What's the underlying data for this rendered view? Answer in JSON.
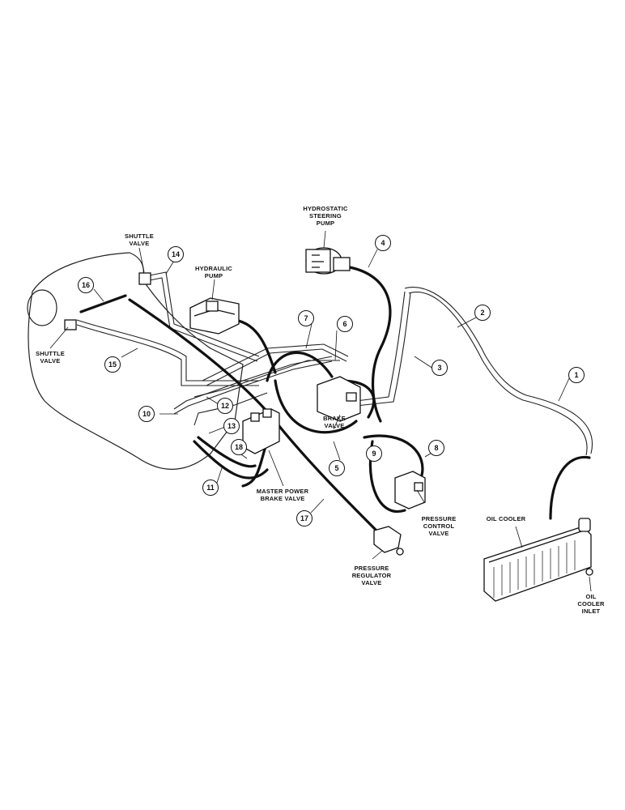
{
  "labels": {
    "hydrostatic_pump": [
      "HYDROSTATIC",
      "STEERING",
      "PUMP"
    ],
    "shuttle_valve_top": [
      "SHUTTLE",
      "VALVE"
    ],
    "hydraulic_pump": [
      "HYDRAULIC",
      "PUMP"
    ],
    "shuttle_valve_left": [
      "SHUTTLE",
      "VALVE"
    ],
    "brake_valve": [
      "BRAKE",
      "VALVE"
    ],
    "master_brake": [
      "MASTER POWER",
      "BRAKE VALVE"
    ],
    "pressure_control": [
      "PRESSURE",
      "CONTROL",
      "VALVE"
    ],
    "pressure_regulator": [
      "PRESSURE",
      "REGULATOR",
      "VALVE"
    ],
    "oil_cooler": [
      "OIL COOLER"
    ],
    "oil_cooler_inlet": [
      "OIL",
      "COOLER",
      "INLET"
    ]
  },
  "callouts": [
    "1",
    "2",
    "3",
    "4",
    "5",
    "6",
    "7",
    "8",
    "9",
    "10",
    "11",
    "12",
    "13",
    "14",
    "15",
    "16",
    "17",
    "18"
  ]
}
